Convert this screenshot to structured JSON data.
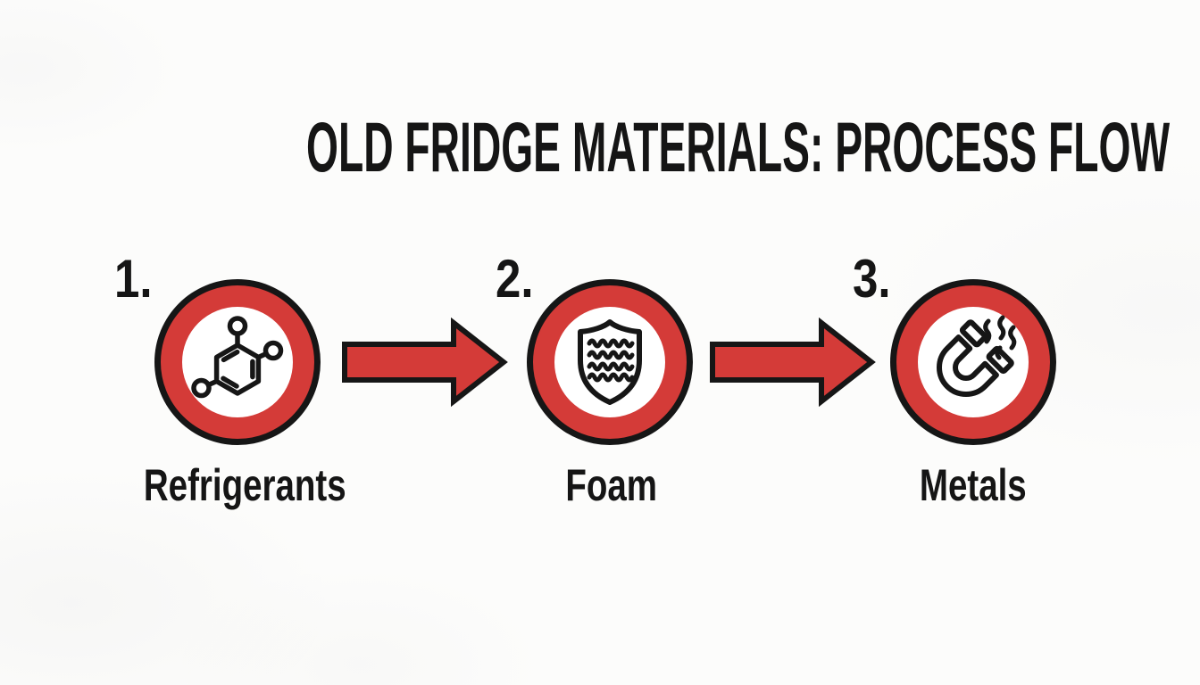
{
  "title": "OLD FRIDGE MATERIALS: PROCESS FLOW",
  "colors": {
    "accent_red": "#d43b38",
    "outline_black": "#161616",
    "text_black": "#151515",
    "background": "#fcfcfb",
    "icon_fill": "#ffffff"
  },
  "steps": [
    {
      "number": "1.",
      "label": "Refrigerants",
      "icon": "molecule-icon"
    },
    {
      "number": "2.",
      "label": "Foam",
      "icon": "foam-shield-icon"
    },
    {
      "number": "3.",
      "label": "Metals",
      "icon": "magnet-icon"
    }
  ],
  "arrows": [
    {
      "name": "arrow-step1-to-step2",
      "direction": "right"
    },
    {
      "name": "arrow-step2-to-step3",
      "direction": "right"
    }
  ]
}
